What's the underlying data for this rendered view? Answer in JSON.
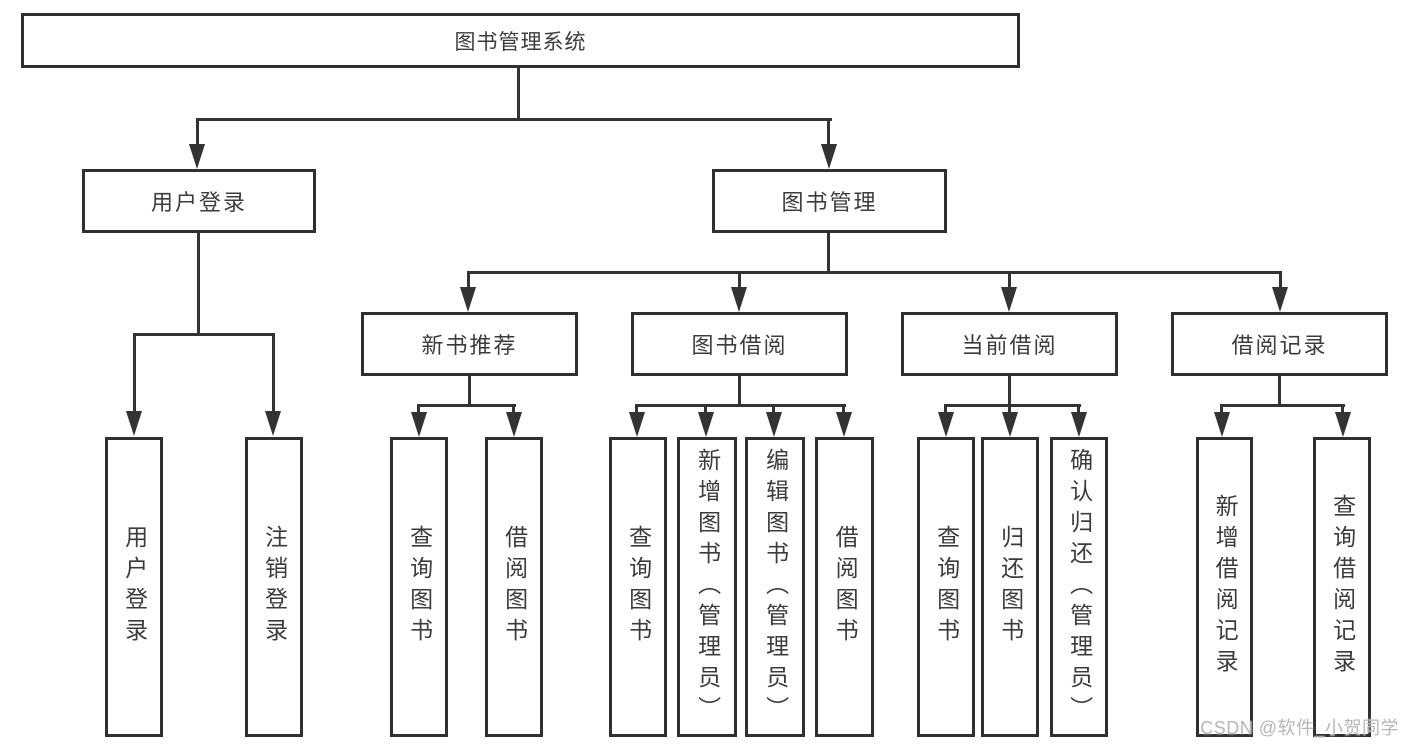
{
  "root": {
    "label": "图书管理系统"
  },
  "level2": [
    {
      "label": "用户登录"
    },
    {
      "label": "图书管理"
    }
  ],
  "level3": [
    {
      "label": "新书推荐"
    },
    {
      "label": "图书借阅"
    },
    {
      "label": "当前借阅"
    },
    {
      "label": "借阅记录"
    }
  ],
  "leaves": {
    "userLogin": [
      {
        "label": "用户登录"
      },
      {
        "label": "注销登录"
      }
    ],
    "newBook": [
      {
        "label": "查询图书"
      },
      {
        "label": "借阅图书"
      }
    ],
    "bookBorrow": [
      {
        "label": "查询图书"
      },
      {
        "label": "新增图书（管理员）"
      },
      {
        "label": "编辑图书（管理员）"
      },
      {
        "label": "借阅图书"
      }
    ],
    "currentBorrow": [
      {
        "label": "查询图书"
      },
      {
        "label": "归还图书"
      },
      {
        "label": "确认归还（管理员）"
      }
    ],
    "records": [
      {
        "label": "新增借阅记录"
      },
      {
        "label": "查询借阅记录"
      }
    ]
  },
  "watermark": {
    "text": "CSDN @软件_小贺同学"
  },
  "colors": {
    "line": "#333333",
    "border": "#2f2f2f",
    "text": "#3c3c3c",
    "watermark": "#b6b6b6",
    "background": "#ffffff"
  }
}
